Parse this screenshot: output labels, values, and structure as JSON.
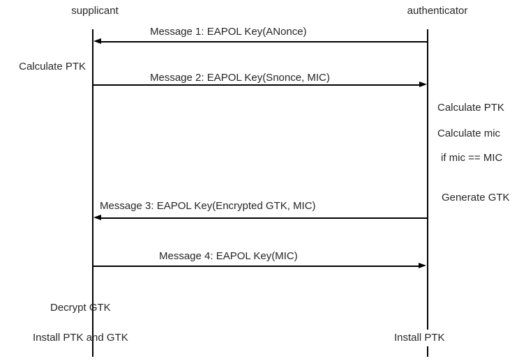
{
  "actors": {
    "supplicant": "supplicant",
    "authenticator": "authenticator"
  },
  "messages": [
    {
      "label": "Message 1: EAPOL Key(ANonce)",
      "from": "authenticator",
      "to": "supplicant"
    },
    {
      "label": "Message 2: EAPOL Key(Snonce, MIC)",
      "from": "supplicant",
      "to": "authenticator"
    },
    {
      "label": "Message 3: EAPOL Key(Encrypted GTK, MIC)",
      "from": "authenticator",
      "to": "supplicant"
    },
    {
      "label": "Message 4: EAPOL Key(MIC)",
      "from": "supplicant",
      "to": "authenticator"
    }
  ],
  "notes": {
    "supplicant_calculate_ptk": "Calculate PTK",
    "authenticator_calculate_ptk": "Calculate PTK",
    "authenticator_calculate_mic": "Calculate mic",
    "authenticator_if_mic": "if mic == MIC",
    "authenticator_generate_gtk": "Generate GTK",
    "supplicant_decrypt_gtk": "Decrypt GTK",
    "supplicant_install_ptk_gtk": "Install PTK and GTK",
    "authenticator_install_ptk": "Install PTK"
  },
  "colors": {
    "line": "#000000",
    "text": "#262626",
    "background": "#ffffff"
  }
}
